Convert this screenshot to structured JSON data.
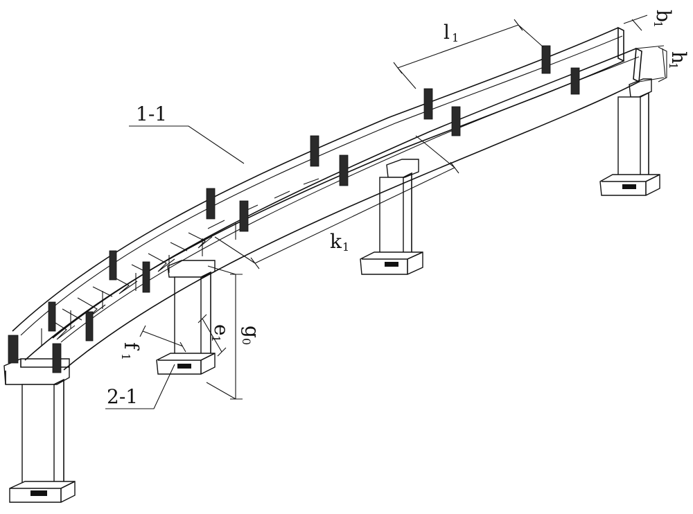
{
  "labels": {
    "girder": "1-1",
    "pier": "2-1",
    "segment_length": "l",
    "segment_length_sub": "1",
    "span": "k",
    "span_sub": "1",
    "width": "b",
    "width_sub": "1",
    "height": "h",
    "height_sub": "1",
    "pier_offset": "e",
    "pier_offset_sub": "1",
    "pier_width": "f",
    "pier_width_sub": "1",
    "pier_height": "g",
    "pier_height_sub": "0"
  }
}
